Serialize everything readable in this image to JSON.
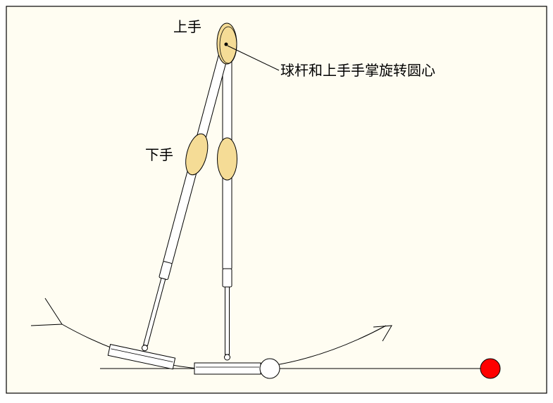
{
  "labels": {
    "upper_hand": "上手",
    "lower_hand": "下手",
    "pivot_center": "球杆和上手手掌旋转圆心"
  },
  "colors": {
    "background": "#fffdf2",
    "hand": "#f5dc96",
    "ball": "#ff0000",
    "line": "#000000"
  }
}
